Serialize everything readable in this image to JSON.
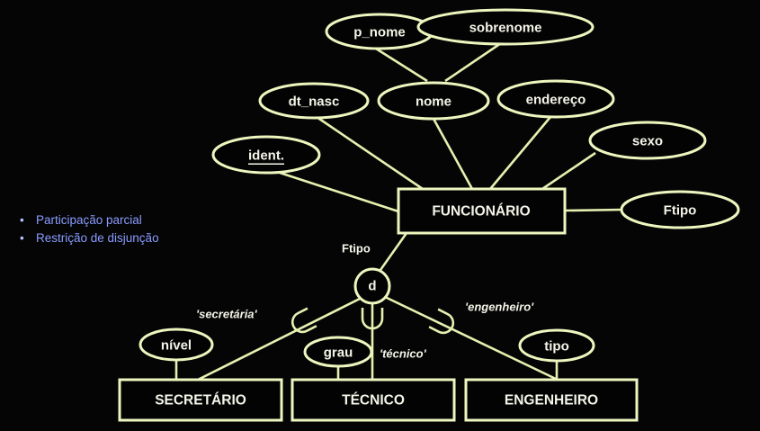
{
  "notes": [
    "Participação parcial",
    "Restrição de disjunção"
  ],
  "diagram": {
    "entities": {
      "funcionario": "FUNCIONÁRIO",
      "secretario": "SECRETÁRIO",
      "tecnico": "TÉCNICO",
      "engenheiro": "ENGENHEIRO"
    },
    "attributes": {
      "p_nome": "p_nome",
      "sobrenome": "sobrenome",
      "dt_nasc": "dt_nasc",
      "nome": "nome",
      "endereco": "endereço",
      "sexo": "sexo",
      "ident": "ident.",
      "ftipo": "Ftipo",
      "nivel": "nível",
      "grau": "grau",
      "tipo": "tipo"
    },
    "specialization": {
      "symbol": "d",
      "defining_attribute": "Ftipo",
      "conditions": {
        "secretaria": "'secretária'",
        "tecnico": "'técnico'",
        "engenheiro": "'engenheiro'"
      }
    }
  }
}
